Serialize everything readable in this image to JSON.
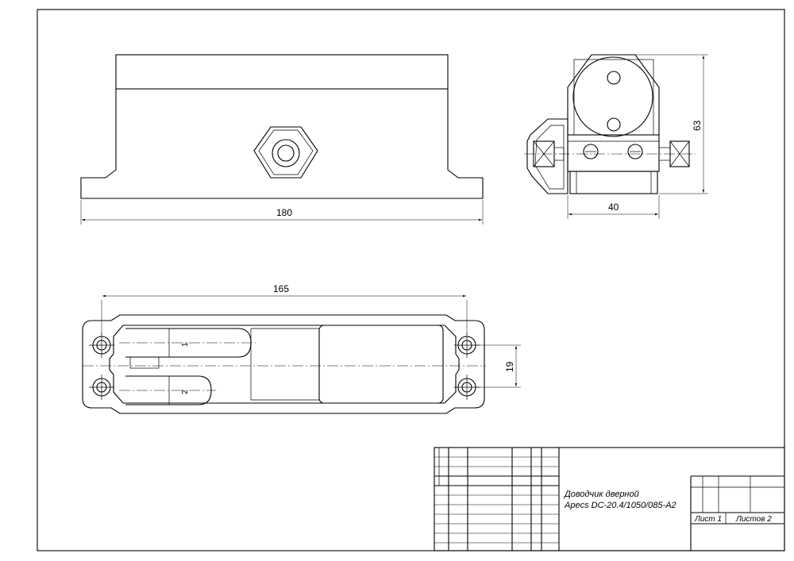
{
  "drawing": {
    "dimensions": {
      "front_length": "180",
      "bottom_length": "165",
      "side_height": "63",
      "side_width": "40",
      "hole_spacing": "19"
    },
    "valve_labels": {
      "valve1": "1",
      "valve2": "2"
    }
  },
  "title_block": {
    "title_line1": "Доводчик дверной",
    "title_line2": "Apecs DC-20.4/1050/085-A2",
    "sheet_label": "Лист 1",
    "sheets_label": "Листов 2"
  }
}
